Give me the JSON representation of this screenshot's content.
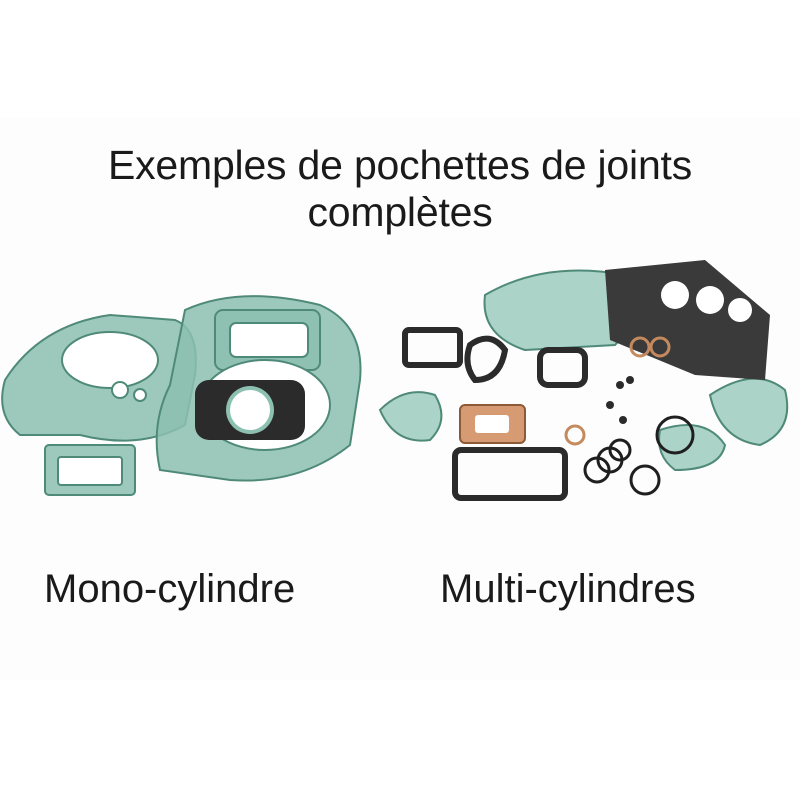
{
  "title": {
    "line1": "Exemples de pochettes de joints",
    "line2": "complètes"
  },
  "captions": {
    "left": "Mono-cylindre",
    "right": "Multi-cylindres"
  },
  "colors": {
    "gasket_green": "#7fb3a3",
    "gasket_edge": "#4f8a79",
    "gasket_black": "#2b2b2b",
    "gasket_copper": "#d69b72"
  }
}
